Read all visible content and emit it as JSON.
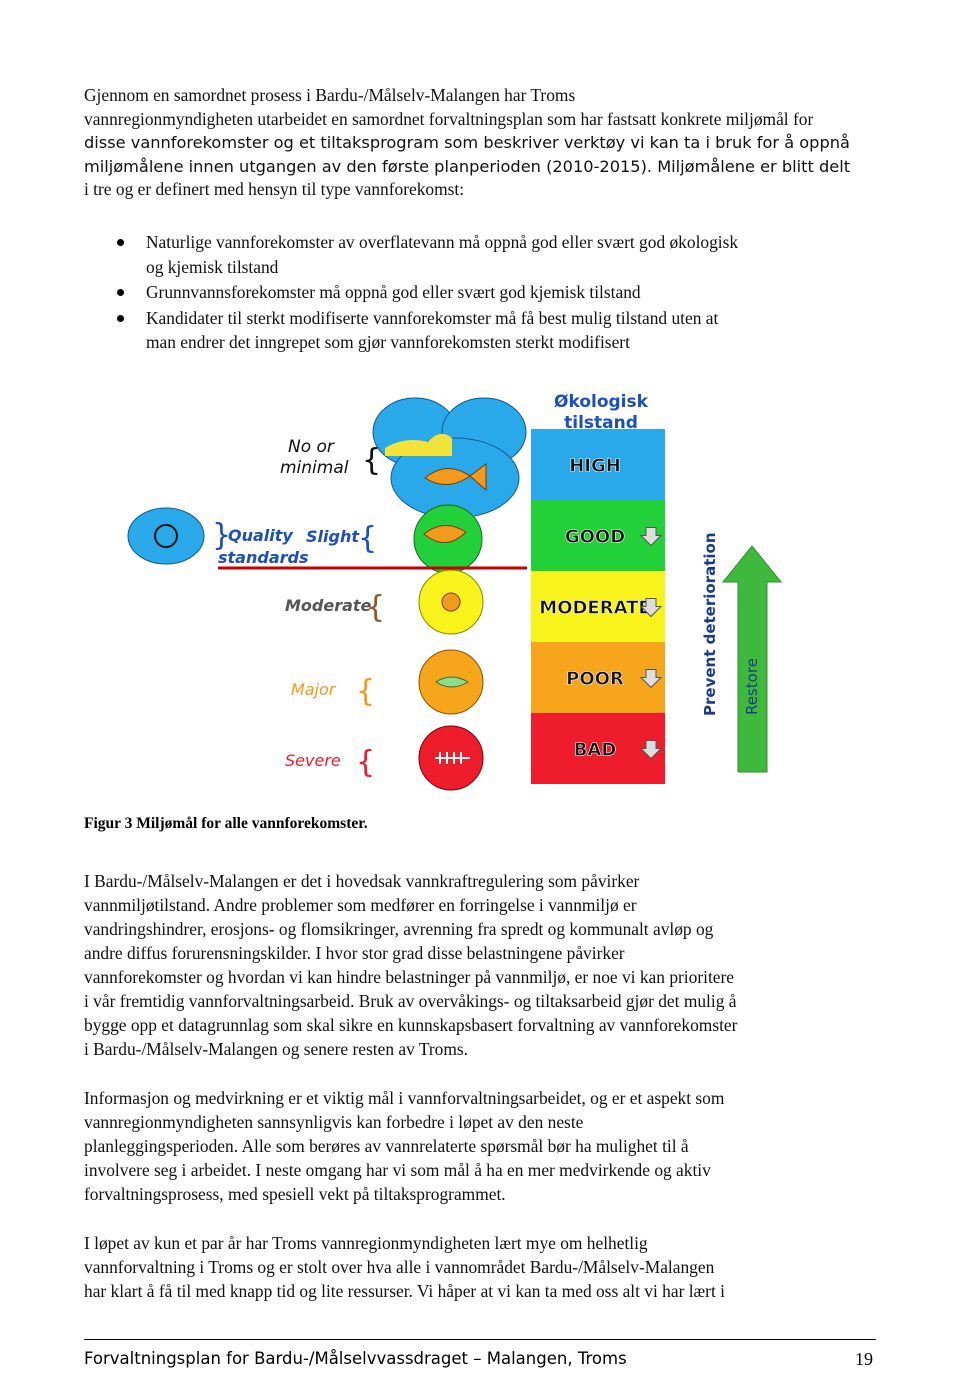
{
  "intro": {
    "lines": [
      "Gjennom en samordnet prosess i Bardu-/Målselv-Malangen har Troms",
      "vannregionmyndigheten utarbeidet en samordnet forvaltningsplan som har fastsatt konkrete miljømål for",
      "disse vannforekomster og et tiltaksprogram som beskriver verktøy vi kan ta i bruk for å oppnå",
      "miljømålene innen utgangen av den første planperioden (2010-2015). Miljømålene er blitt delt",
      "i tre og er definert med hensyn til type vannforekomst:"
    ]
  },
  "bullets": [
    {
      "line1": "Naturlige vannforekomster av overflatevann må oppnå god eller svært god økologisk",
      "line2": "og kjemisk tilstand"
    },
    {
      "line1": "Grunnvannsforekomster må oppnå god eller svært god kjemisk tilstand",
      "line2": ""
    },
    {
      "line1": "Kandidater til sterkt modifiserte vannforekomster må få best mulig tilstand uten at",
      "line2": "man endrer det inngrepet som gjør vannforekomsten sterkt modifisert"
    }
  ],
  "figure": {
    "header": {
      "line1": "Økologisk",
      "line2": "tilstand"
    },
    "left_labels": {
      "no_minimal_1": "No or",
      "no_minimal_2": "minimal",
      "quality_1": "Quality",
      "quality_2": "standards",
      "slight": "Slight",
      "moderate": "Moderate",
      "major": "Major",
      "severe": "Severe"
    },
    "classes": [
      {
        "label": "HIGH",
        "color": "#29a8ea"
      },
      {
        "label": "GOOD",
        "color": "#22d13a"
      },
      {
        "label": "MODERATE",
        "color": "#f7f31b"
      },
      {
        "label": "POOR",
        "color": "#f7a51b"
      },
      {
        "label": "BAD",
        "color": "#ef1d2c"
      }
    ],
    "prevent_label": "Prevent deterioration",
    "restore_label": "Restore",
    "arrow_color": "#3fb93c",
    "blue_text_color": "#1b4fc0"
  },
  "caption": "Figur 3 Miljømål for alle vannforekomster.",
  "paragraphs": {
    "p1": [
      "I Bardu-/Målselv-Malangen er det i hovedsak vannkraftregulering som påvirker",
      "vannmiljøtilstand. Andre problemer som medfører en forringelse i vannmiljø er",
      "vandringshindrer, erosjons- og flomsikringer, avrenning fra spredt og kommunalt avløp og",
      "andre diffus forurensningskilder. I hvor stor grad disse belastningene påvirker",
      "vannforekomster og hvordan vi kan hindre belastninger på vannmiljø, er noe vi kan prioritere",
      "i vår fremtidig vannforvaltningsarbeid. Bruk av overvåkings- og tiltaksarbeid gjør det mulig å",
      "bygge opp et datagrunnlag som skal sikre en kunnskapsbasert forvaltning av vannforekomster",
      "i Bardu-/Målselv-Malangen og senere resten av Troms."
    ],
    "p2": [
      "Informasjon og medvirkning er et viktig mål i vannforvaltningsarbeidet, og er et aspekt som",
      "vannregionmyndigheten sannsynligvis kan forbedre i løpet av den neste",
      "planleggingsperioden. Alle som berøres av vannrelaterte spørsmål bør ha mulighet til å",
      "involvere seg i arbeidet. I neste omgang har vi som mål å ha en mer medvirkende og aktiv",
      "forvaltningsprosess, med spesiell vekt på tiltaksprogrammet."
    ],
    "p3": [
      "I løpet av kun et par år har Troms vannregionmyndigheten lært mye om helhetlig",
      "vannforvaltning i Troms og er stolt over hva alle i vannområdet Bardu-/Målselv-Malangen",
      "har klart å få til med knapp tid og lite ressurser. Vi håper at vi kan ta med oss alt vi har lært i"
    ]
  },
  "footer": {
    "title": "Forvaltningsplan for Bardu-/Målselvvassdraget – Malangen, Troms",
    "page": "19"
  }
}
